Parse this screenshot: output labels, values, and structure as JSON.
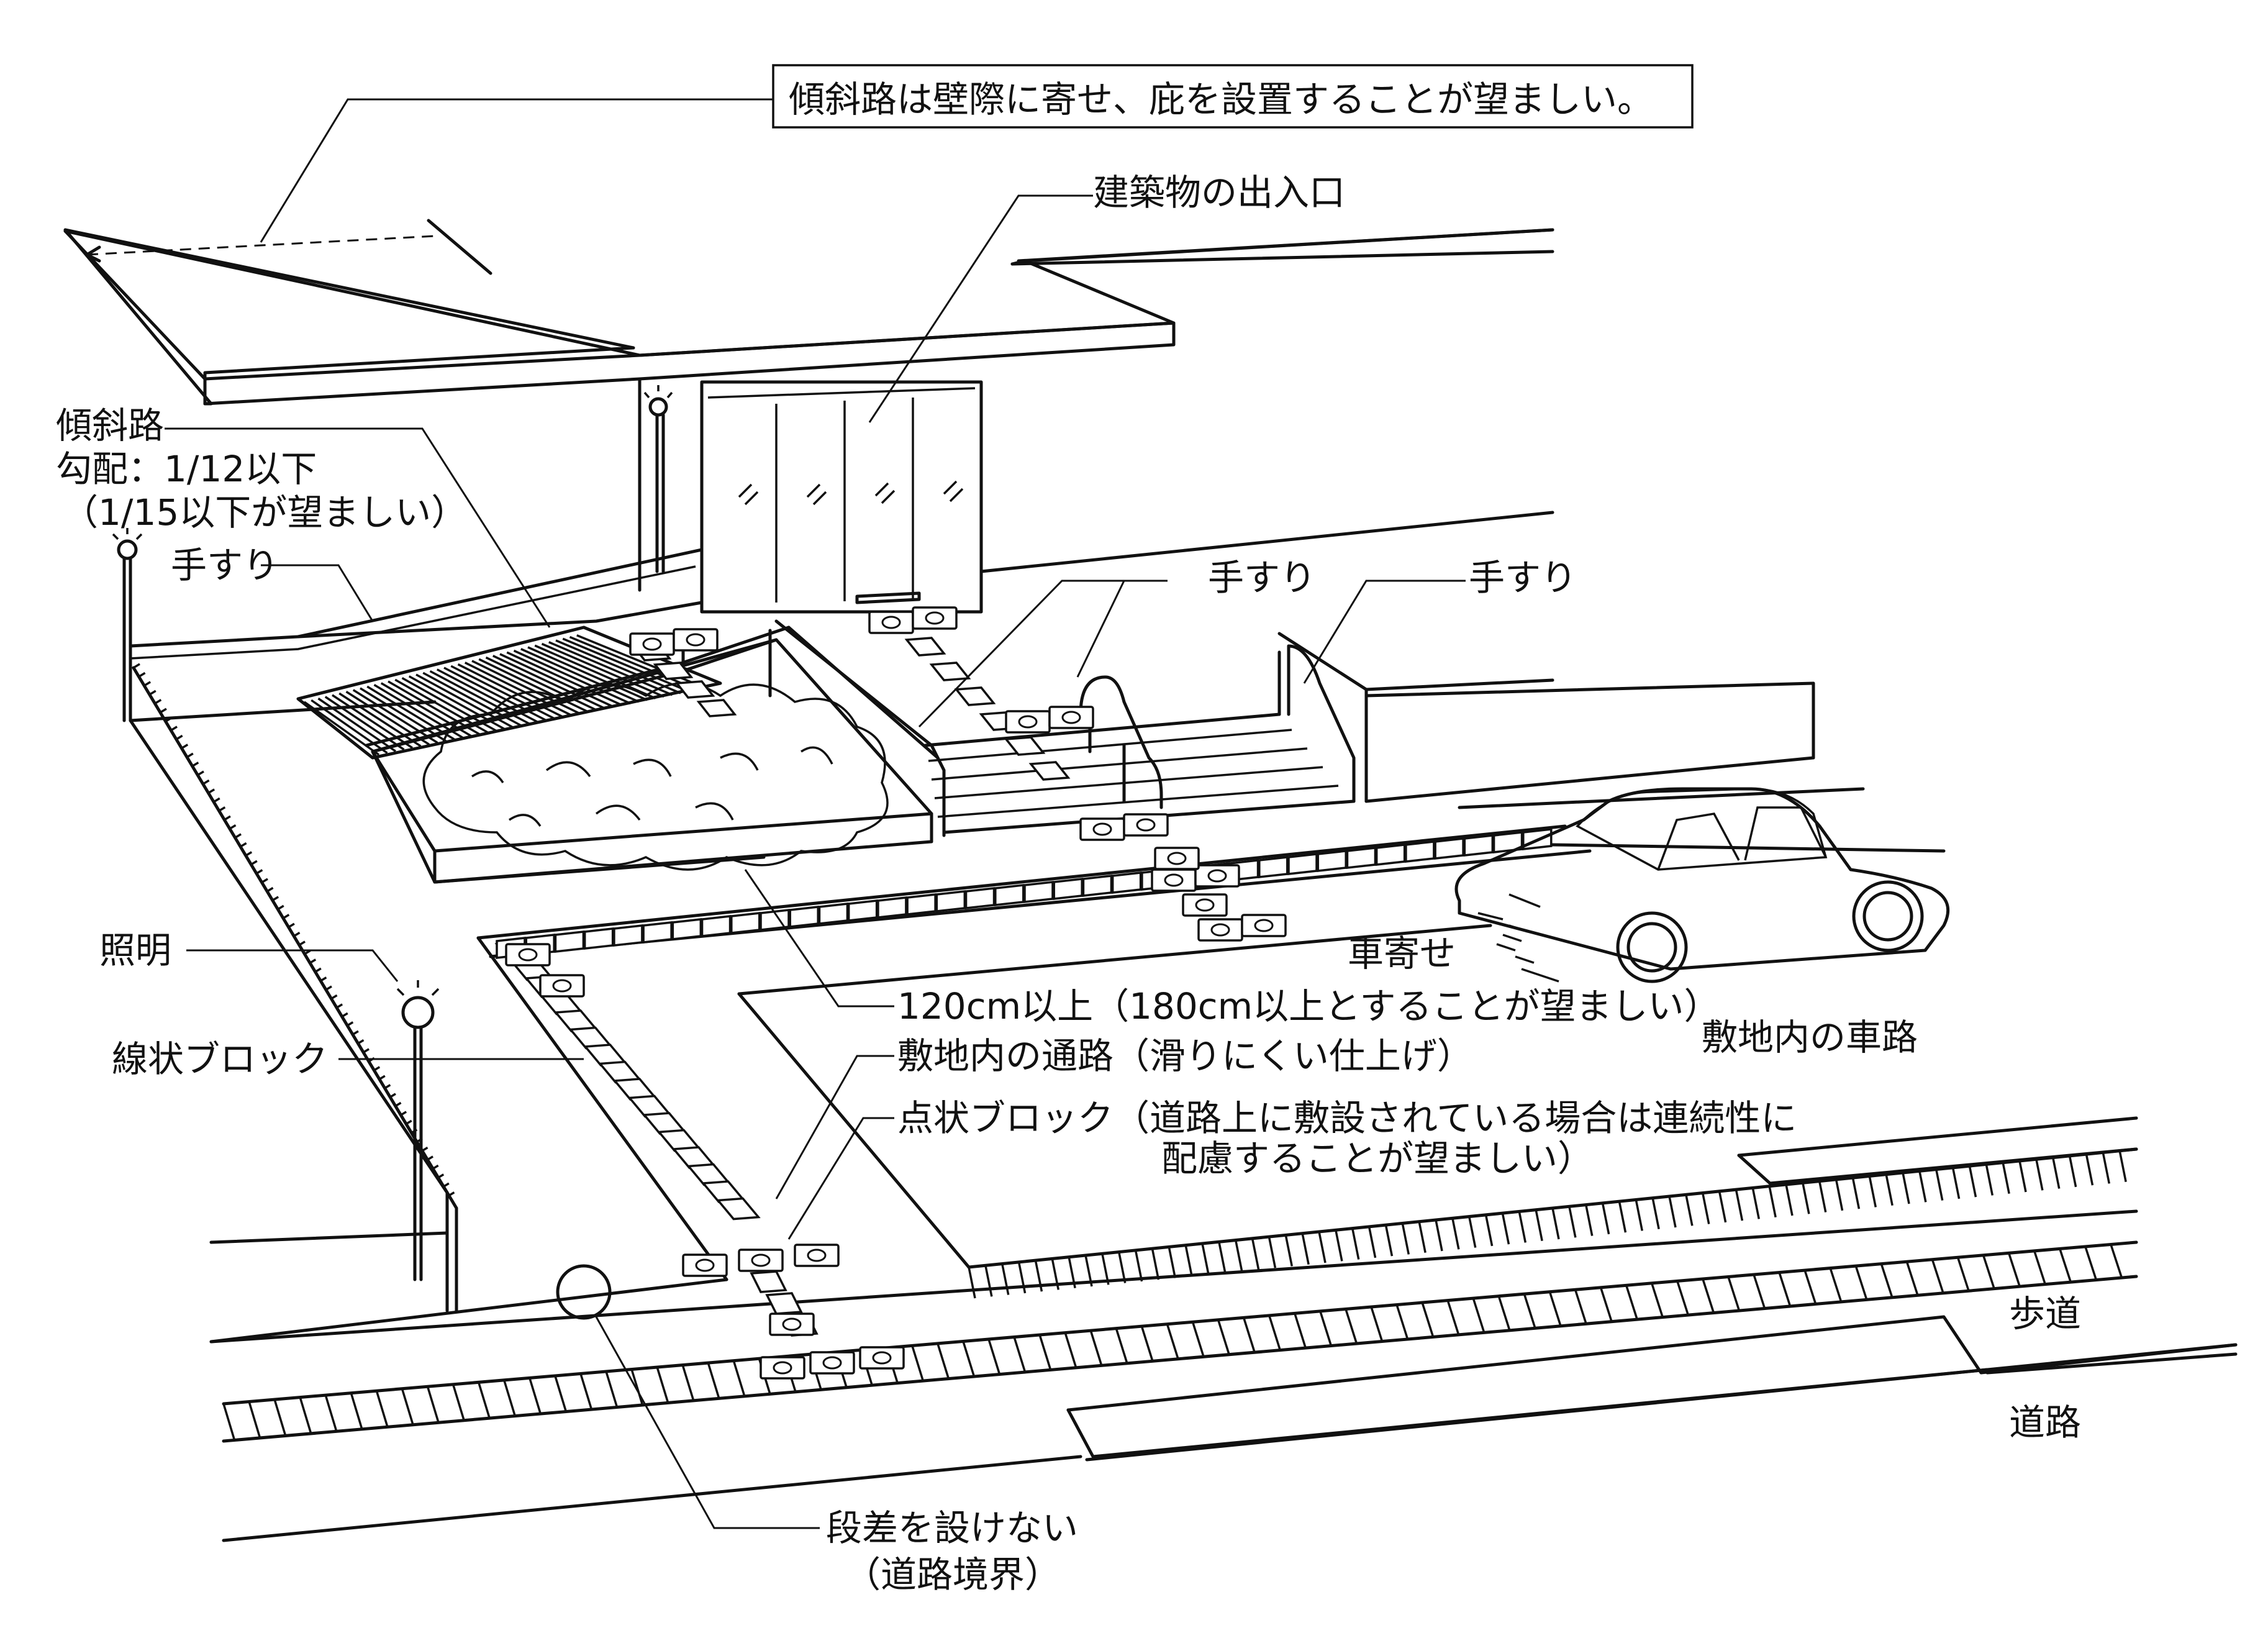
{
  "labels": {
    "note_top": "傾斜路は壁際に寄せ、庇を設置することが望ましい。",
    "entrance": "建築物の出入口",
    "ramp_line1": "傾斜路",
    "ramp_line2": "勾配：1/12以下",
    "ramp_line3": "（1/15以下が望ましい）",
    "handrail_left": "手すり",
    "handrail_mid": "手すり",
    "handrail_right": "手すり",
    "lighting": "照明",
    "linear_block": "線状ブロック",
    "width_note": "120cm以上（180cm以上とすることが望ましい）",
    "site_path": "敷地内の通路（滑りにくい仕上げ）",
    "dot_block_line1": "点状ブロック（道路上に敷設されている場合は連続性に",
    "dot_block_line2": "配慮することが望ましい）",
    "car_stop": "車寄せ",
    "site_road": "敷地内の車路",
    "sidewalk": "歩道",
    "road": "道路",
    "no_step_line1": "段差を設けない",
    "no_step_line2": "（道路境界）"
  }
}
